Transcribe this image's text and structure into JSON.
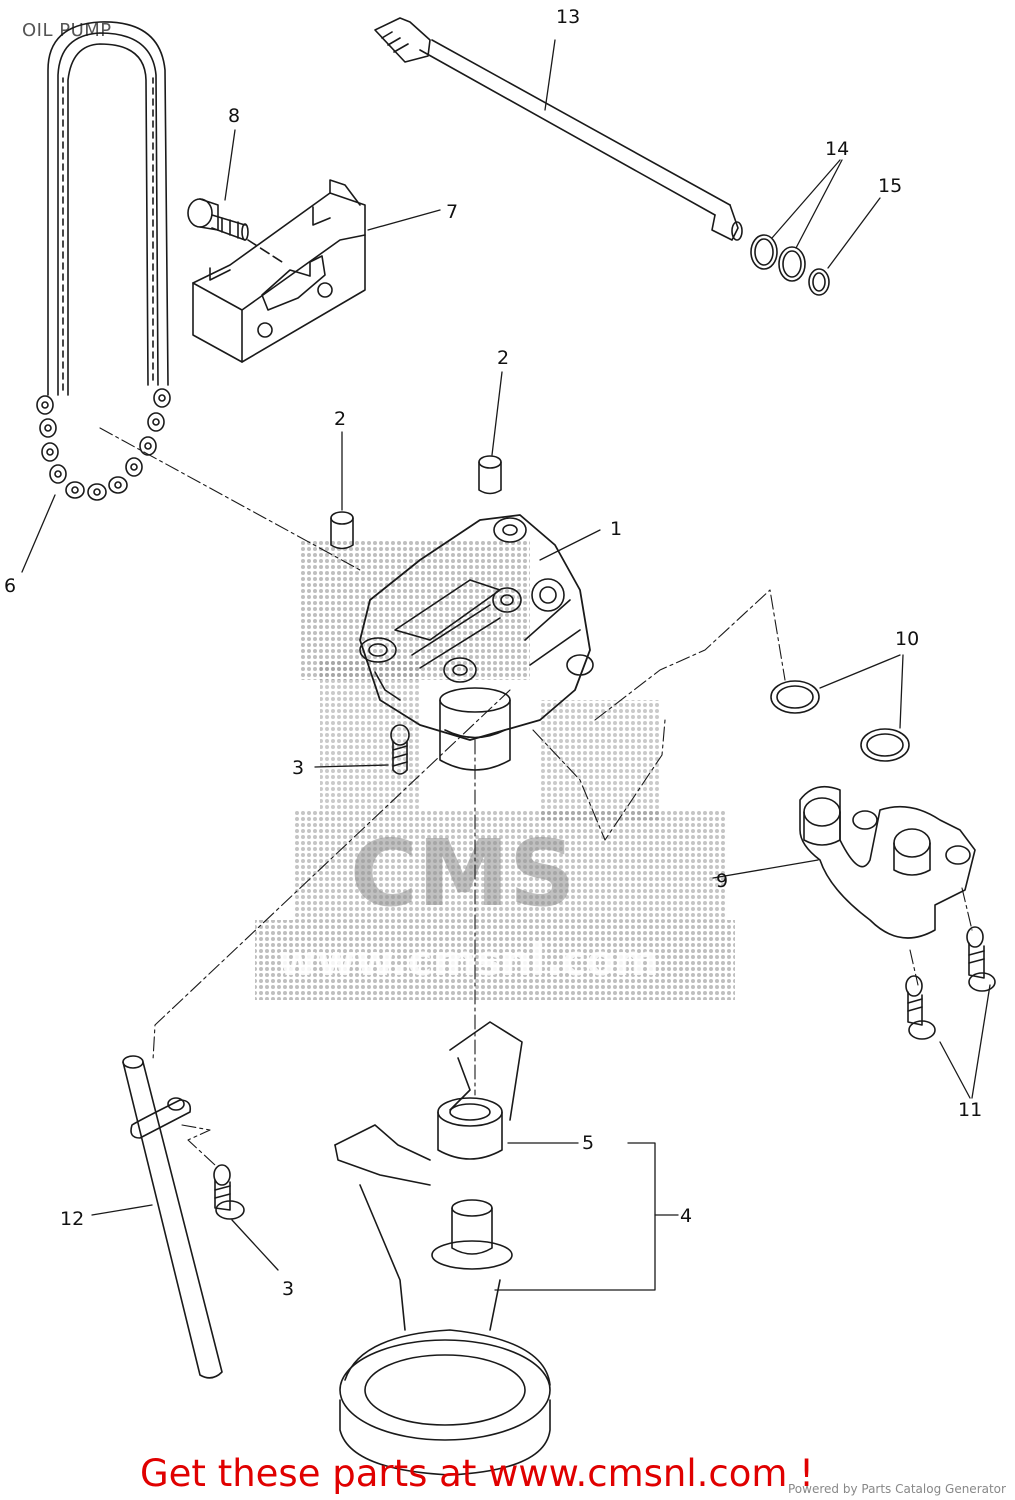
{
  "header": {
    "title": "OIL PUMP"
  },
  "watermark": {
    "brand": "CMS",
    "url": "www.cmsnl.com"
  },
  "callouts": {
    "c1": "1",
    "c2a": "2",
    "c2b": "2",
    "c3a": "3",
    "c3b": "3",
    "c4": "4",
    "c5": "5",
    "c6": "6",
    "c7": "7",
    "c8": "8",
    "c9": "9",
    "c10": "10",
    "c11": "11",
    "c12": "12",
    "c13": "13",
    "c14": "14",
    "c15": "15"
  },
  "footer": {
    "cta": "Get these parts at www.cmsnl.com !",
    "powered_by": "Powered by Parts Catalog Generator"
  },
  "colors": {
    "cta": "#e00000",
    "line": "#1a1a1a",
    "watermark": "#9a9a9a"
  }
}
